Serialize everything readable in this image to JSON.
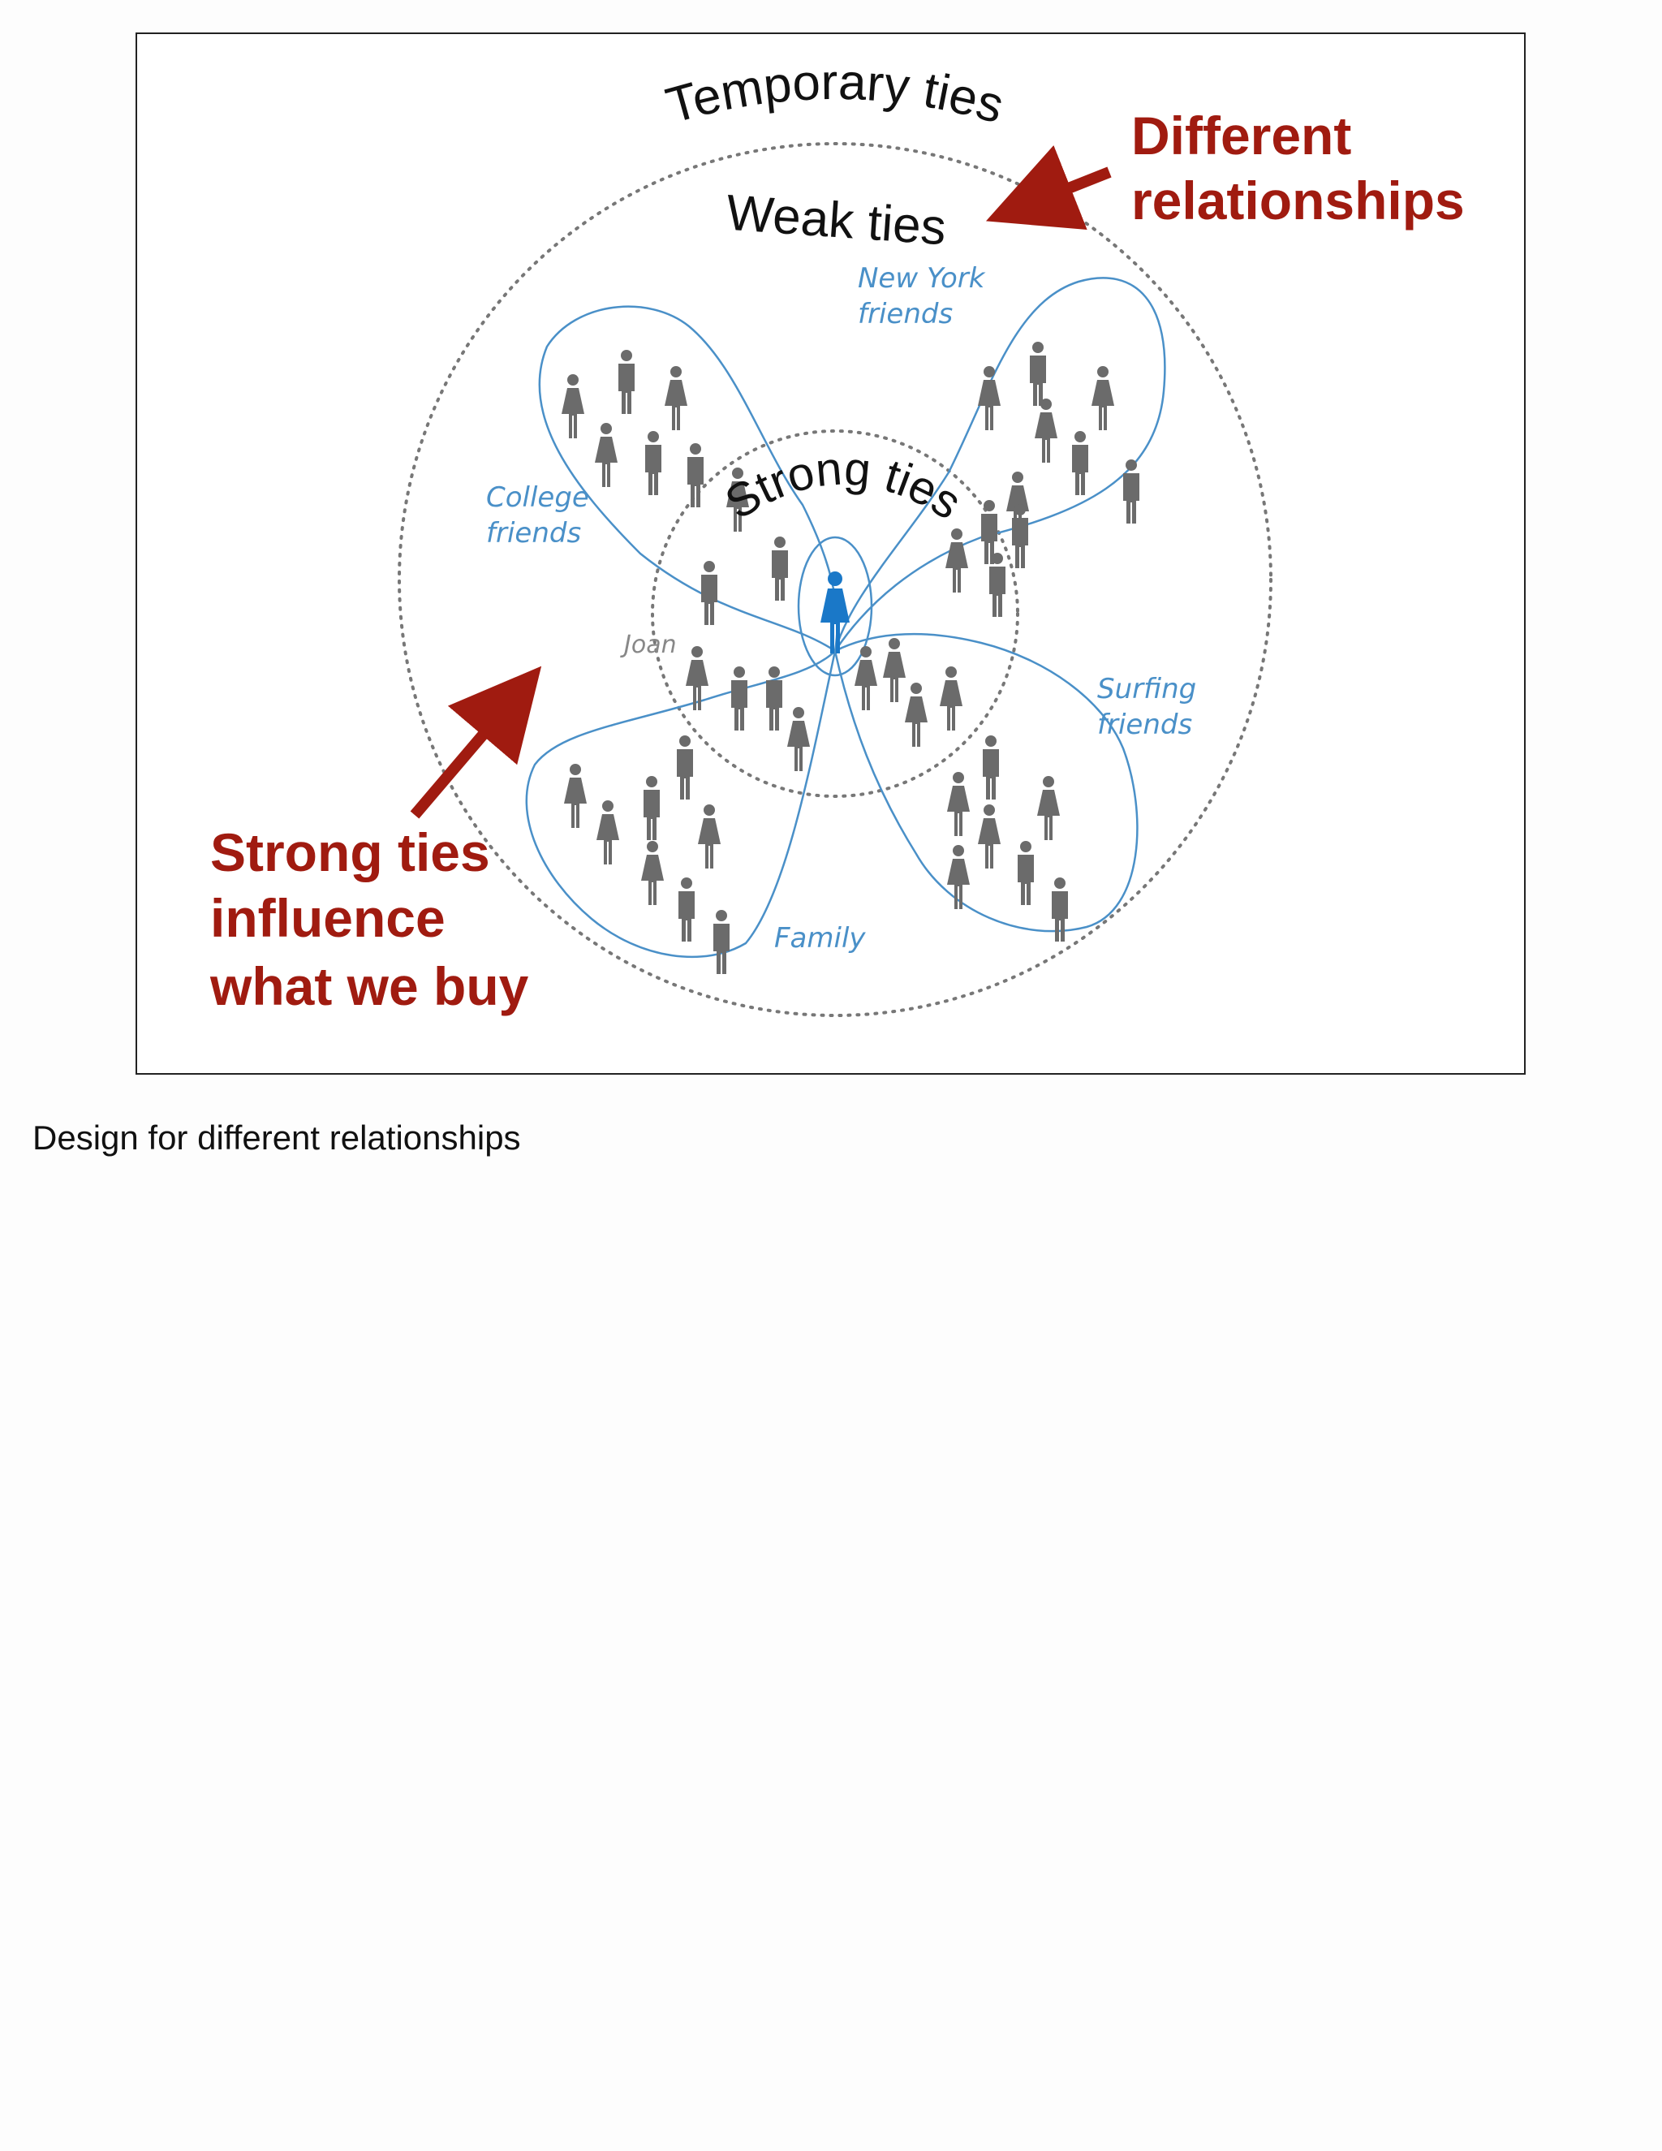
{
  "diagram": {
    "labels": {
      "temporary": "Temporary ties",
      "weak": "Weak ties",
      "strong": "Strong ties"
    },
    "groups": {
      "new_york": [
        "New York",
        "friends"
      ],
      "college": [
        "College",
        "friends"
      ],
      "surfing": [
        "Surfing",
        "friends"
      ],
      "family": "Family",
      "joan": "Joan"
    },
    "callouts": {
      "top_right": [
        "Different",
        "relationships"
      ],
      "bottom_left": [
        "Strong ties",
        "influence",
        "what we buy"
      ]
    },
    "colors": {
      "accent_red": "#a01b10",
      "group_blue": "#4a90c8",
      "person_gray": "#6b6b6b",
      "self_blue": "#1a78c8",
      "dots": "#777777"
    },
    "icons": [
      "person-icon",
      "self-person-icon",
      "arrow-icon"
    ]
  },
  "caption": "Design for different relationships"
}
